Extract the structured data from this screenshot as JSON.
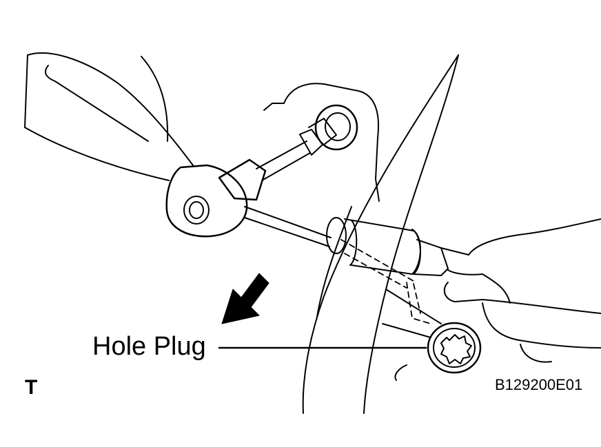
{
  "figure": {
    "callout_label": "Hole Plug",
    "corner_mark": "T",
    "figure_id": "B129200E01"
  },
  "colors": {
    "ink": "#000000",
    "paper": "#ffffff"
  },
  "icons": {
    "direction_arrow": "arrow-down-left-icon"
  }
}
